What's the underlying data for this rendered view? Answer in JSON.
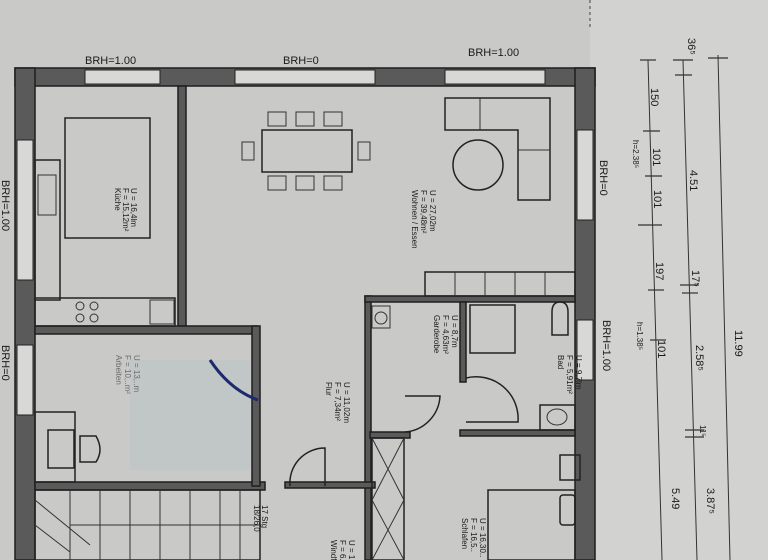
{
  "colors": {
    "paper": "#c9c9c7",
    "wall": "#5a5a5a",
    "line": "#1e1e1e",
    "ink_blue": "#1c2a6e"
  },
  "brh": {
    "top_left": "BRH=1.00",
    "top_mid": "BRH=0",
    "top_right": "BRH=1.00",
    "right_upper": "BRH=0",
    "right_lower": "BRH=1.00",
    "left_upper": "BRH=1.00",
    "left_lower": "BRH=0"
  },
  "rooms": {
    "kueche": {
      "name": "Küche",
      "area": "F = 15,12m²",
      "perimeter": "U = 16,4lm"
    },
    "wohnen": {
      "name": "Wohnen / Essen",
      "area": "F = 39,48m²",
      "perimeter": "U = 27,02m"
    },
    "arbeiten": {
      "name": "Arbeiten",
      "area": "F = 10,..m²",
      "perimeter": "U = 13,..m"
    },
    "flur": {
      "name": "Flur",
      "area": "F = 7,34m²",
      "perimeter": "U = 11,02m"
    },
    "garderobe": {
      "name": "Garderobe",
      "area": "F = 4,63m²",
      "perimeter": "U = 8,7m"
    },
    "bad": {
      "name": "Bad",
      "area": "F = 5,91m²",
      "perimeter": "U = 9,7lm"
    },
    "schlafen": {
      "name": "Schlafen",
      "area": "F = 16,5..",
      "perimeter": "U = 16,30.."
    },
    "wind": {
      "name": "Windf.",
      "area": "F = 6..",
      "perimeter": "U = 1.."
    }
  },
  "stairs": {
    "steps": "17 Stg",
    "ratio": "18/26,0"
  },
  "dimensions": {
    "inner": [
      "150",
      "101",
      "101",
      "197",
      "101"
    ],
    "heights": [
      "h=2.38⁵",
      "h=1.38⁵"
    ],
    "middle": [
      "36⁵",
      "4.51",
      "17⁵",
      "2.58⁵",
      "11⁵",
      "3.87⁵"
    ],
    "outer": [
      "11.99"
    ],
    "inner_bottom": "5.49"
  }
}
